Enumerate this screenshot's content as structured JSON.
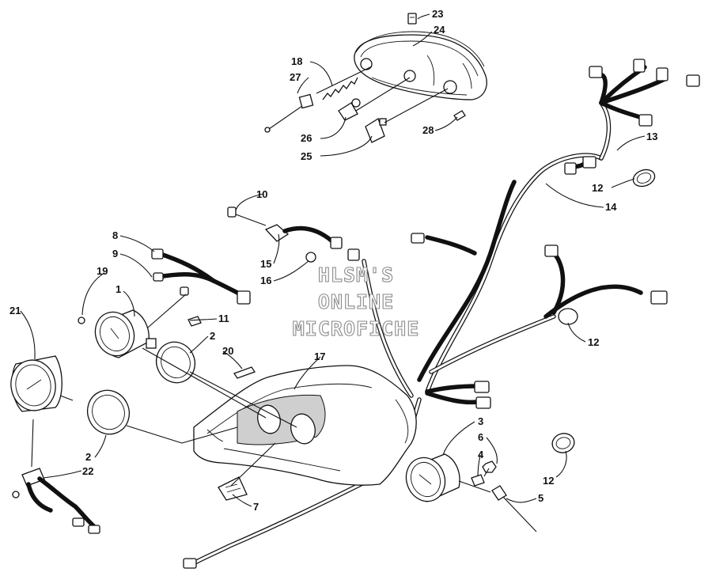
{
  "callouts": [
    {
      "id": "c1",
      "label": "1"
    },
    {
      "id": "c2a",
      "label": "2"
    },
    {
      "id": "c2b",
      "label": "2"
    },
    {
      "id": "c3",
      "label": "3"
    },
    {
      "id": "c4",
      "label": "4"
    },
    {
      "id": "c5",
      "label": "5"
    },
    {
      "id": "c6",
      "label": "6"
    },
    {
      "id": "c7",
      "label": "7"
    },
    {
      "id": "c8",
      "label": "8"
    },
    {
      "id": "c9",
      "label": "9"
    },
    {
      "id": "c10",
      "label": "10"
    },
    {
      "id": "c11",
      "label": "11"
    },
    {
      "id": "c12a",
      "label": "12"
    },
    {
      "id": "c12b",
      "label": "12"
    },
    {
      "id": "c12c",
      "label": "12"
    },
    {
      "id": "c13",
      "label": "13"
    },
    {
      "id": "c14",
      "label": "14"
    },
    {
      "id": "c15",
      "label": "15"
    },
    {
      "id": "c16",
      "label": "16"
    },
    {
      "id": "c17",
      "label": "17"
    },
    {
      "id": "c18",
      "label": "18"
    },
    {
      "id": "c19",
      "label": "19"
    },
    {
      "id": "c20",
      "label": "20"
    },
    {
      "id": "c21",
      "label": "21"
    },
    {
      "id": "c22",
      "label": "22"
    },
    {
      "id": "c23",
      "label": "23"
    },
    {
      "id": "c24",
      "label": "24"
    },
    {
      "id": "c25",
      "label": "25"
    },
    {
      "id": "c26",
      "label": "26"
    },
    {
      "id": "c27",
      "label": "27"
    },
    {
      "id": "c28",
      "label": "28"
    }
  ],
  "watermark": {
    "line1": "HLSM'S",
    "line2": "ONLINE",
    "line3": "MICROFICHE"
  },
  "colors": {
    "ink": "#111111",
    "watermark_outline": "#8a8a8a",
    "background": "#ffffff"
  }
}
